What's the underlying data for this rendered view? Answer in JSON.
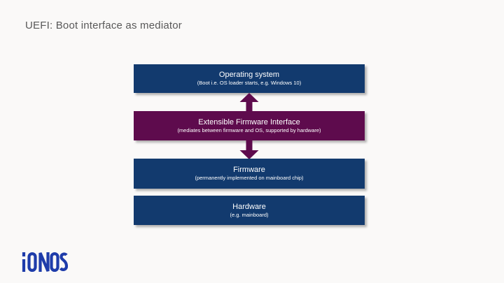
{
  "slide": {
    "title": "UEFI: Boot interface as mediator"
  },
  "colors": {
    "box_navy": "#123a6e",
    "box_purple": "#5e0b4d",
    "arrow_purple": "#5e0b4d",
    "title_gray": "#595959",
    "box_text": "#ffffff",
    "logo_blue": "#1e3caa",
    "background": "#faf9f8"
  },
  "diagram": {
    "boxes": [
      {
        "id": "operating-system",
        "label": "Operating system",
        "sublabel": "(Boot i.e. OS loader starts, e.g. Windows 10)",
        "color": "navy"
      },
      {
        "id": "extensible-firmware-interface",
        "label": "Extensible Firmware Interface",
        "sublabel": "(mediates between firmware and OS, supported by hardware)",
        "color": "purple"
      },
      {
        "id": "firmware",
        "label": "Firmware",
        "sublabel": "(permanently implemented on mainboard chip)",
        "color": "navy"
      },
      {
        "id": "hardware",
        "label": "Hardware",
        "sublabel": "(e.g. mainboard)",
        "color": "navy"
      }
    ],
    "arrows": [
      {
        "direction": "up",
        "from": "extensible-firmware-interface",
        "to": "operating-system"
      },
      {
        "direction": "down",
        "from": "extensible-firmware-interface",
        "to": "firmware"
      }
    ]
  },
  "footer": {
    "logo_text": "IONOS"
  }
}
